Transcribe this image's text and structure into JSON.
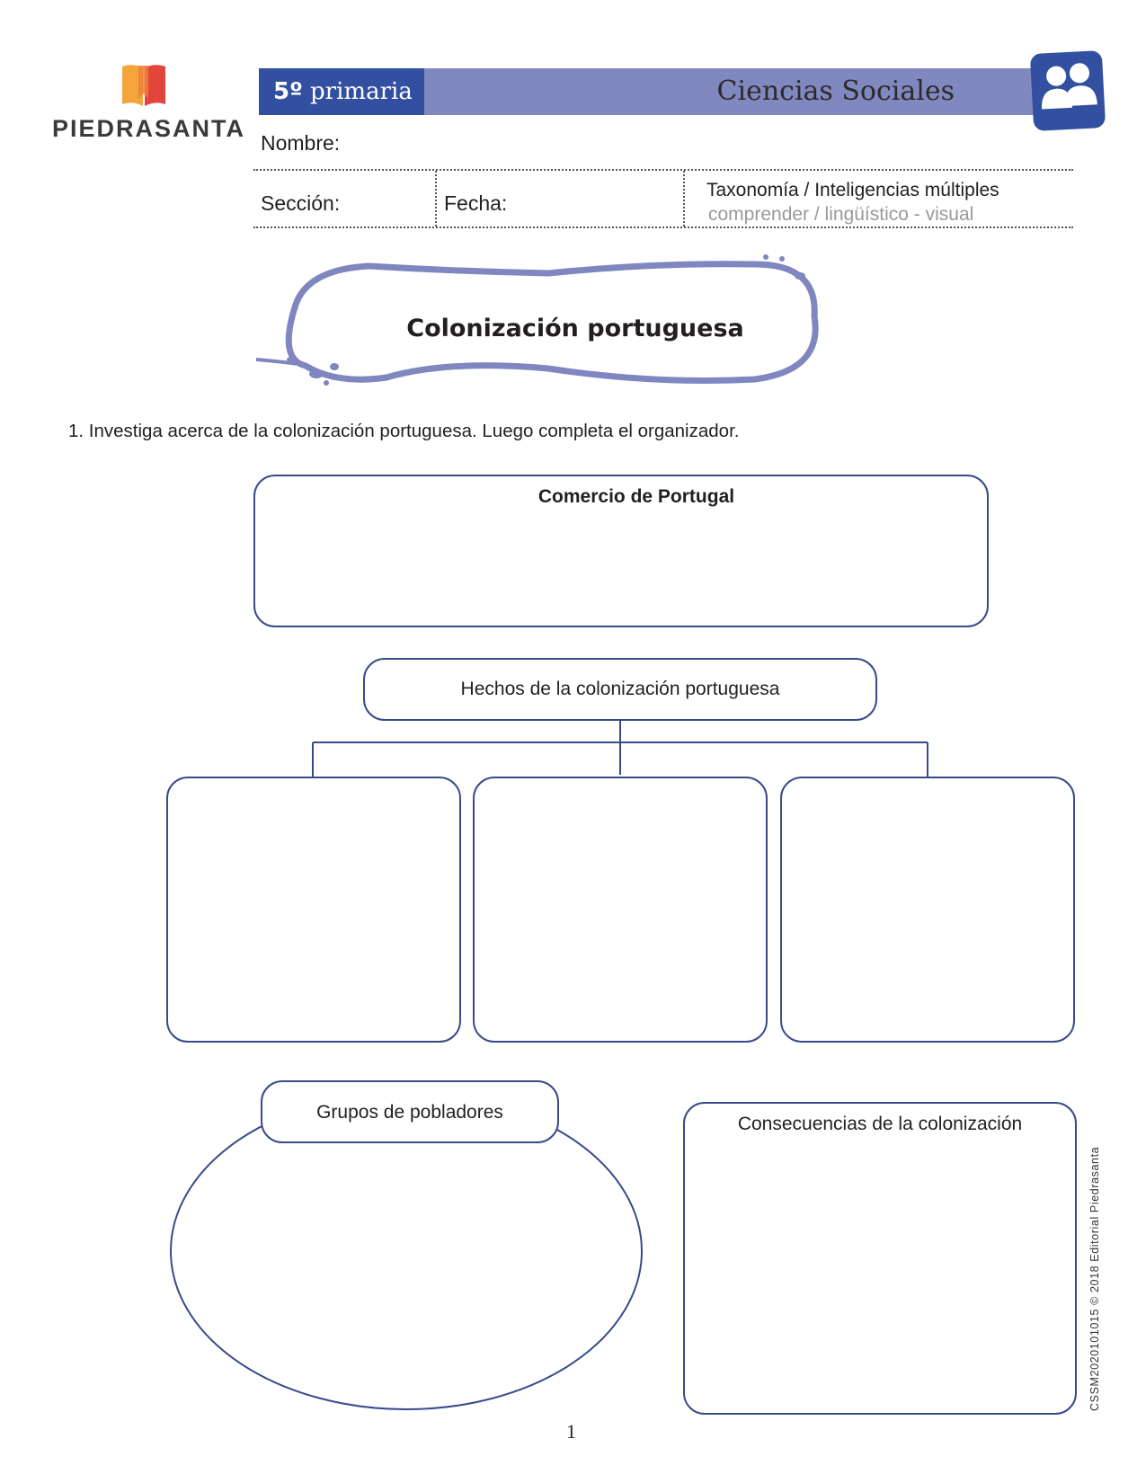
{
  "brand": {
    "name": "PIEDRASANTA"
  },
  "header": {
    "grade_number": "5º",
    "grade_text": "primaria",
    "subject": "Ciencias Sociales",
    "subject_icon": "people-group-icon"
  },
  "form": {
    "name_label": "Nombre:",
    "section_label": "Sección:",
    "date_label": "Fecha:",
    "taxonomy_title": "Taxonomía / Inteligencias múltiples",
    "taxonomy_value": "comprender / lingüístico - visual"
  },
  "title": "Colonización portuguesa",
  "instruction": "1. Investiga acerca de la colonización portuguesa. Luego completa el organizador.",
  "organizer": {
    "trade_title": "Comercio de Portugal",
    "facts_title": "Hechos de la colonización portuguesa",
    "settlers_title": "Grupos de pobladores",
    "consequences_title": "Consecuencias de la colonización"
  },
  "footer": {
    "copyright": "CSSM2020101015  ©  2018 Editorial Piedrasanta",
    "page_number": "1"
  },
  "colors": {
    "primary_blue": "#3350a0",
    "light_purple": "#8088bf",
    "box_border": "#394a8a",
    "logo_orange": "#f3a53b",
    "logo_red": "#e2453c"
  }
}
